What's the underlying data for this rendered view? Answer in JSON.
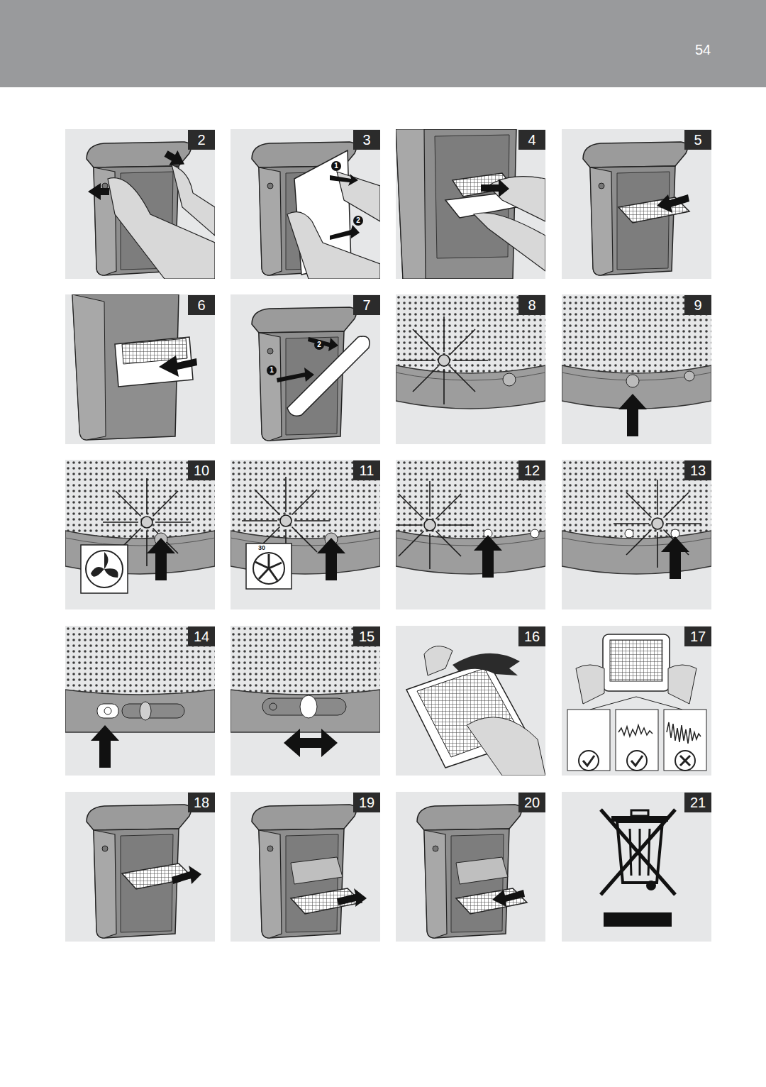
{
  "diagram": {
    "nodes": [
      {
        "text": [
          "2"
        ]
      },
      {
        "text": [
          "3"
        ]
      },
      {
        "text": [
          "4"
        ]
      },
      {
        "text": [
          "5"
        ]
      },
      {
        "text": [
          "6"
        ]
      },
      {
        "text": [
          "7"
        ]
      },
      {
        "text": [
          "8"
        ]
      },
      {
        "text": [
          "9"
        ]
      },
      {
        "text": [
          "10"
        ]
      },
      {
        "text": [
          "11"
        ]
      },
      {
        "text": [
          "12"
        ]
      },
      {
        "text": [
          "13"
        ]
      },
      {
        "text": [
          "14"
        ]
      },
      {
        "text": [
          "15"
        ]
      },
      {
        "text": [
          "16"
        ]
      },
      {
        "text": [
          "17"
        ]
      },
      {
        "text": [
          "18"
        ]
      },
      {
        "text": [
          "19"
        ]
      },
      {
        "text": [
          "20"
        ]
      },
      {
        "text": [
          "21"
        ]
      }
    ],
    "labels": [
      "54",
      "1",
      "2",
      "1",
      "2",
      "30"
    ]
  }
}
